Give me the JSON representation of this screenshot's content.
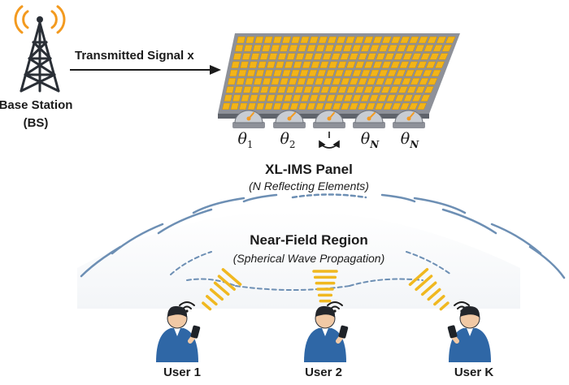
{
  "base_station": {
    "label": "Base Station",
    "abbr": "(BS)"
  },
  "signal": {
    "label": "Transmitted Signal x"
  },
  "panel": {
    "title": "XL-IMS Panel",
    "subtitle": "(N Reflecting Elements)",
    "rows": 9,
    "cols": 24,
    "element_color": "#f2b418",
    "frame_color": "#8e9199",
    "phase_labels": [
      {
        "sym": "θ",
        "sub": "1"
      },
      {
        "sym": "θ",
        "sub": "2"
      },
      {
        "sym": "",
        "sub": ""
      },
      {
        "sym": "θ",
        "sub": "N"
      },
      {
        "sym": "θ",
        "sub": "N"
      }
    ]
  },
  "near_field": {
    "title": "Near-Field Region",
    "subtitle": "(Spherical Wave Propagation)",
    "wave_color": "#6d8fb4"
  },
  "users": [
    {
      "label": "User 1"
    },
    {
      "label": "User 2"
    },
    {
      "label": "User K"
    }
  ],
  "colors": {
    "accent_orange": "#f39a1f",
    "tower": "#2a2f36",
    "user_shirt": "#2f67a6",
    "beam": "#f0b820"
  },
  "icons": [
    "tower-icon",
    "signal-waves-icon",
    "arrow-right-icon",
    "phase-shifter-icon",
    "phone-icon",
    "user-icon",
    "rotate-arrow-icon"
  ]
}
